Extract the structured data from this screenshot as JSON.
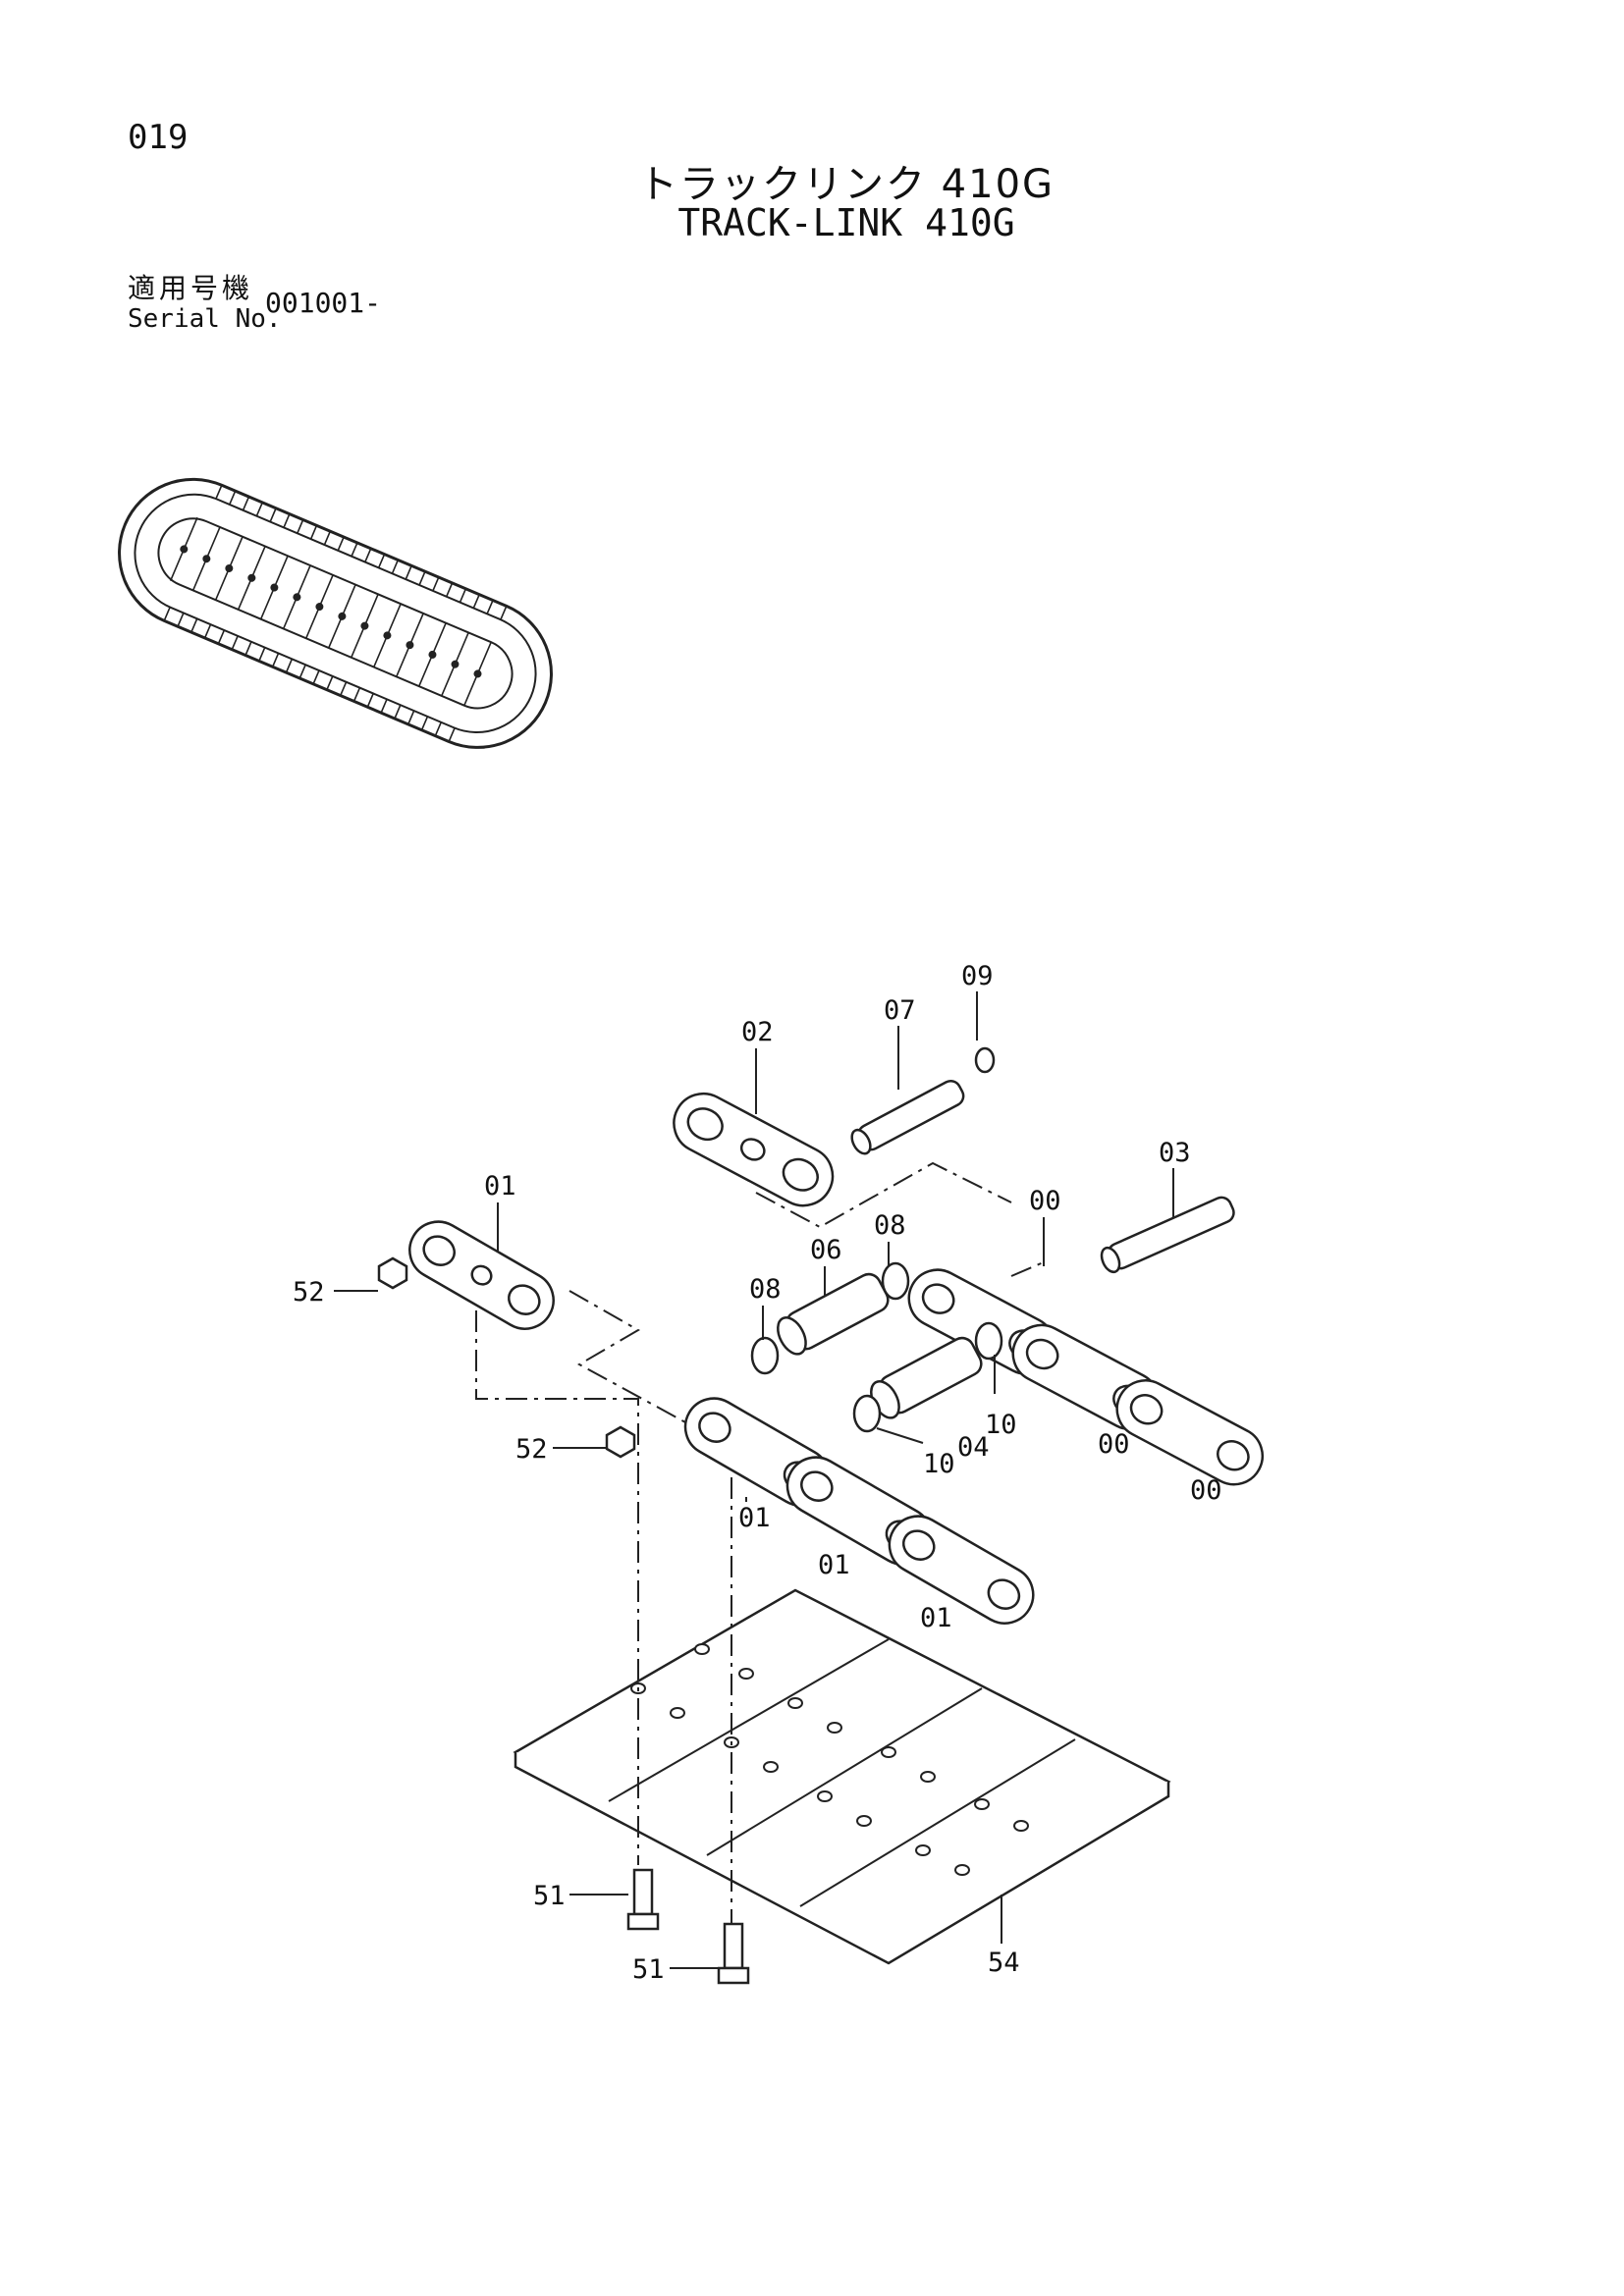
{
  "page": {
    "number": "019",
    "title_jp": "トラックリンク 410G",
    "title_en": "TRACK-LINK 410G",
    "serial_label_jp": "適用号機",
    "serial_label_en": "Serial No.",
    "serial_value": "001001-"
  },
  "callouts": {
    "c00a": "00",
    "c00b": "00",
    "c00c": "00",
    "c01a": "01",
    "c01b": "01",
    "c01c": "01",
    "c01d": "01",
    "c02": "02",
    "c03": "03",
    "c04": "04",
    "c06": "06",
    "c07": "07",
    "c08a": "08",
    "c08b": "08",
    "c09": "09",
    "c10a": "10",
    "c10b": "10",
    "c51a": "51",
    "c51b": "51",
    "c52a": "52",
    "c52b": "52",
    "c54": "54"
  }
}
